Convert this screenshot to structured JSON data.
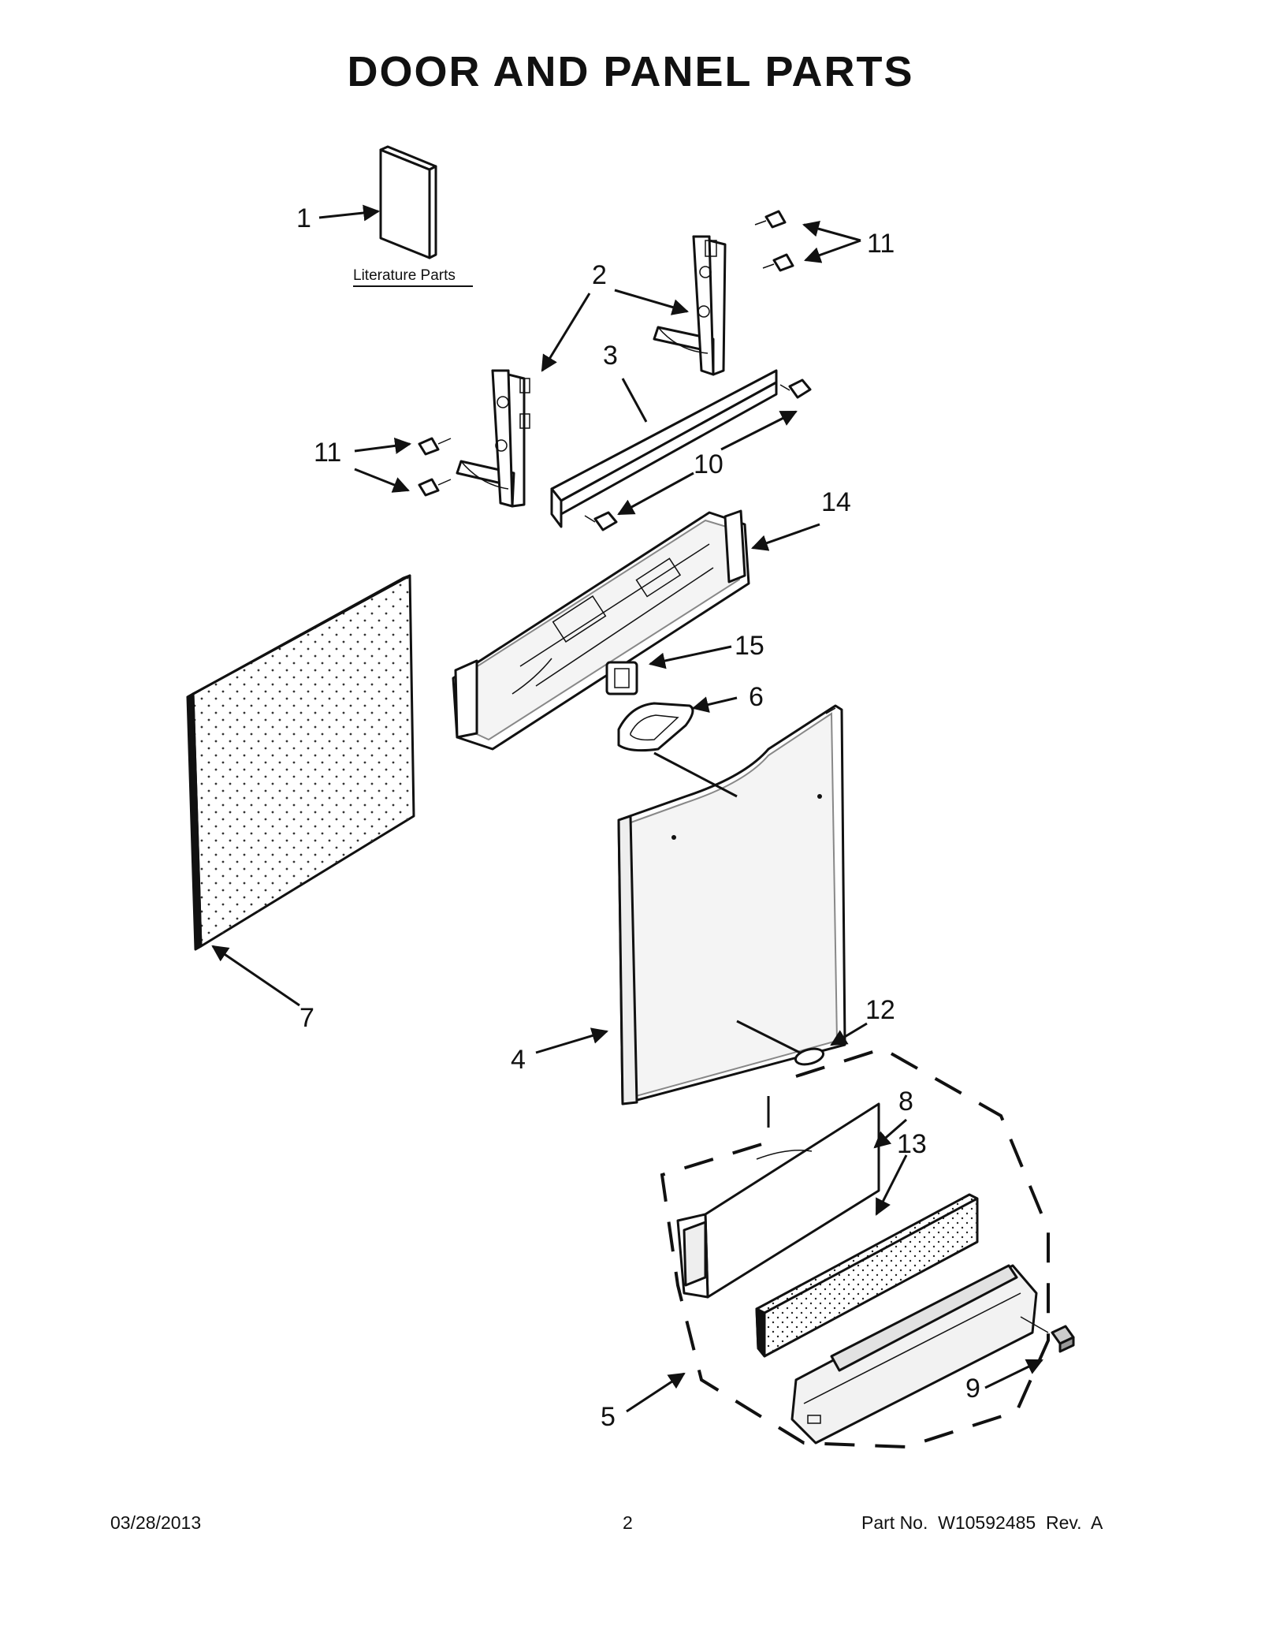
{
  "title": "DOOR AND PANEL PARTS",
  "literature_label": "Literature Parts",
  "callouts": {
    "c1": "1",
    "c2": "2",
    "c3": "3",
    "c4": "4",
    "c5": "5",
    "c6": "6",
    "c7": "7",
    "c8": "8",
    "c9": "9",
    "c10": "10",
    "c11a": "11",
    "c11b": "11",
    "c12": "12",
    "c13": "13",
    "c14": "14",
    "c15": "15"
  },
  "footer": {
    "date": "03/28/2013",
    "page": "2",
    "part_no": "Part No.  W10592485  Rev.  A"
  }
}
